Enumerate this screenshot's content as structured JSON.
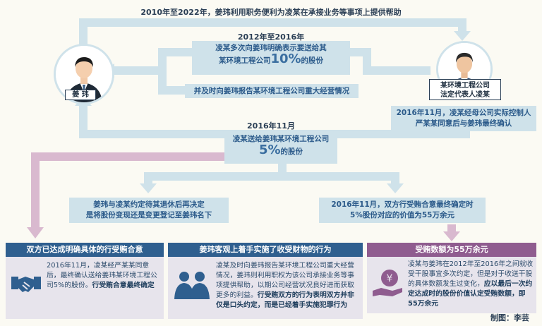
{
  "top_caption": "2010年至2022年，姜玮利用职务便利为凌某在承接业务等事项上提供帮助",
  "mid_caption_1": "2012年至2016年",
  "mid_caption_2": "2016年11月",
  "box_request": {
    "line1": "凌某多次向姜玮明确表示要送给其",
    "line2_pre": "某环境工程公司",
    "line2_pct": "10%",
    "line2_post": "的股份"
  },
  "box_report": "并及时向姜玮报告某环境工程公司重大经营情况",
  "box_gift": {
    "line1": "凌某送给姜玮某环境工程公司",
    "line2_pct": "5%",
    "line2_post": "的股份"
  },
  "box_confirm": {
    "line1": "2016年11月，凌某经母公司实际控制人",
    "line2": "严某某同意后与姜玮最终确认"
  },
  "box_agree": {
    "line1": "姜玮与凌某约定待其退休后再决定",
    "line2": "是将股份变现还是变更登记至姜玮名下"
  },
  "box_value": {
    "line1": "2016年11月，双方行受贿合意最终确定时",
    "line2": "5%股份对应的价值为55万余元"
  },
  "person_left": {
    "name": "姜  玮"
  },
  "person_right": {
    "line1": "某环境工程公司",
    "line2": "法定代表人凌某"
  },
  "panels": [
    {
      "title": "双方已达成明确具体的行受贿合意",
      "text": "2016年11月，凌某经严某某同意后，最终确认送给姜玮某环境工程公司5%的股份。",
      "bold": "行受贿合意最终确定",
      "icon": "handshake-icon"
    },
    {
      "title": "姜玮客观上着手实施了收受财物的行为",
      "text": "凌某及时向姜玮报告某环境工程公司重大经营情况，姜玮则利用职权为该公司承接业务等事项提供帮助，以期公司经营状况良好进而获取更多的利益。",
      "bold": "行受贿双方的行为表明双方并非仅是口头约定，而是已经着手实施犯罪行为",
      "icon": "people-icon"
    },
    {
      "title": "受贿数额为55万余元",
      "text": "凌某与姜玮在2012年至2016年之间就收受干股事宜多次约定，但是对于收送干股的具体数额发生过变化，",
      "bold": "应以最后一次约定达成时的股份价值认定受贿数额，即55万余元",
      "icon": "money-hand-icon"
    }
  ],
  "colors": {
    "arrow": "#cfe2ea",
    "panel1": "#2f5f8f",
    "panel2": "#2f5f8f",
    "panel3": "#8f5c8f",
    "panel_body": "#e7e4ec",
    "pink_arrow": "#d9b9cf"
  },
  "credit": "制图：李芸"
}
